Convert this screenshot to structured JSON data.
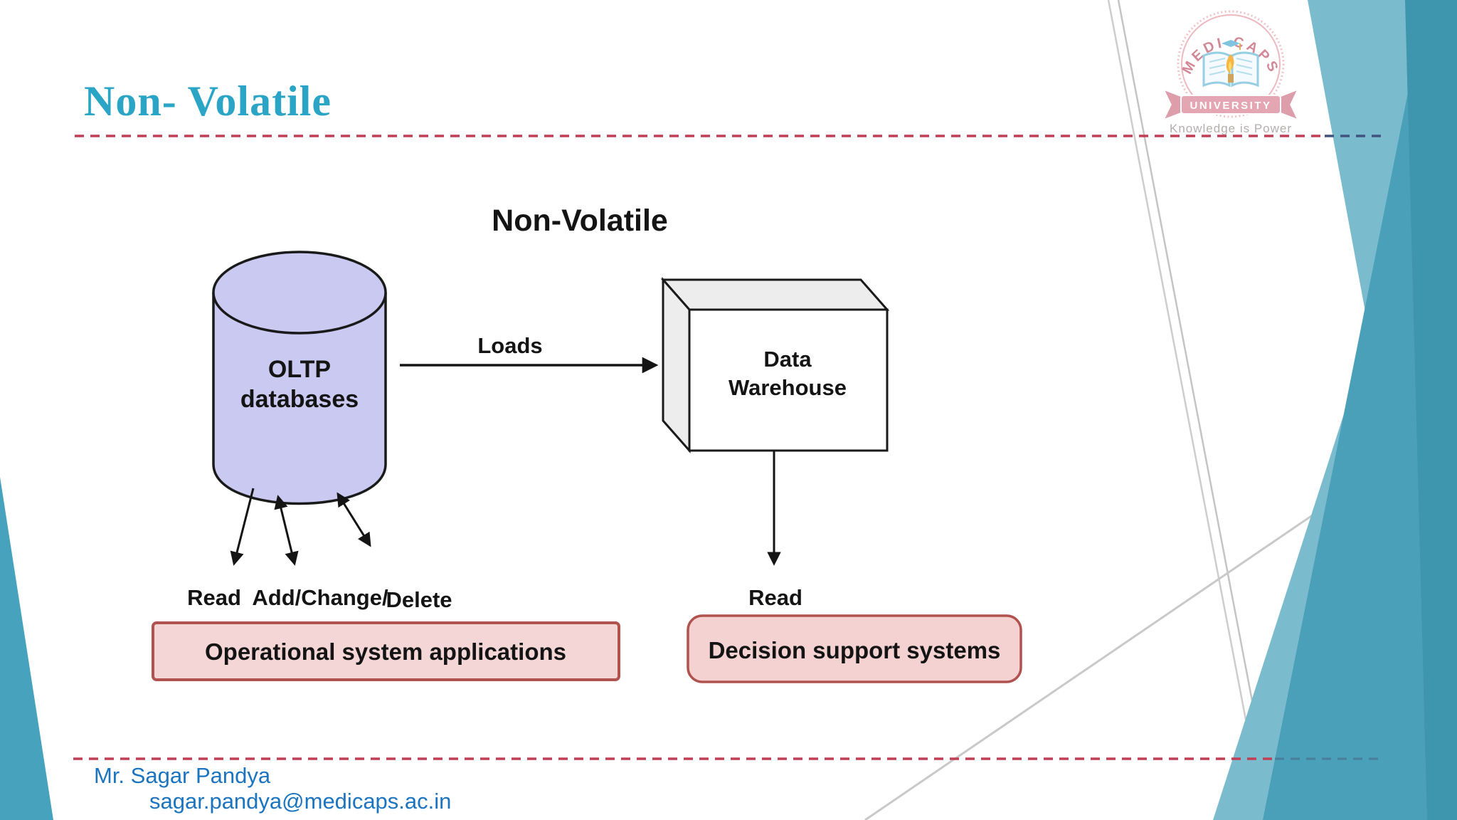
{
  "slide": {
    "title": "Non- Volatile",
    "footer": {
      "name": "Mr. Sagar Pandya",
      "email": "sagar.pandya@medicaps.ac.in"
    }
  },
  "logo": {
    "arc_text": "MEDI-CAPS",
    "banner": "UNIVERSITY",
    "tagline": "Knowledge is Power"
  },
  "diagram": {
    "heading": "Non-Volatile",
    "oltp": {
      "line1": "OLTP",
      "line2": "databases"
    },
    "loads_label": "Loads",
    "warehouse": {
      "line1": "Data",
      "line2": "Warehouse"
    },
    "labels": {
      "read_left": "Read",
      "add_change": "Add/Change/",
      "delete": "Delete",
      "read_right": "Read"
    },
    "operational_box": "Operational system applications",
    "decision_box": "Decision support systems"
  },
  "colors": {
    "title_teal": "#2AA5C6",
    "accent_teal_light": "#7ABCCE",
    "accent_teal_dark": "#4BA0B9",
    "accent_teal_darkest": "#3D95AE",
    "separator_crimson": "#C13F55",
    "footer_blue": "#1B74C0",
    "cylinder_lavender": "#C9C9F1",
    "pink_box_fill": "#F5D6D6",
    "pink_box_border": "#B0524E"
  }
}
